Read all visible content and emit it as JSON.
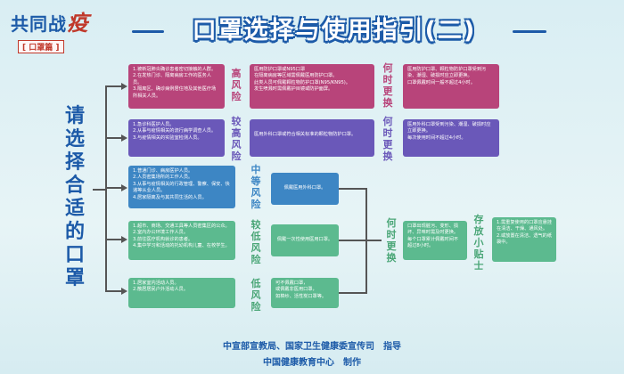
{
  "logo": {
    "line1": "共同战",
    "line1_big": "疫",
    "line2": "口罩篇"
  },
  "title": "口罩选择与使用指引(二)",
  "side_title": [
    "请",
    "选",
    "择",
    "合",
    "适",
    "的",
    "口",
    "罩"
  ],
  "levels": [
    {
      "label": [
        "高",
        "风",
        "险"
      ],
      "who": [
        "1.被新冠肺炎确诊患者密切接触的人群。",
        "2.在发热门诊、隔离病房工作的医务人员。",
        "3.隔离区、确诊病例居住地及其他医疗场所相关人员。"
      ],
      "mask": [
        "医用防护口罩或N95口罩",
        "在隔离病房等区域需佩戴医用防护口罩。",
        "此类人员可佩戴颗粒物防护口罩(N95/KN95)。",
        "发生喷溅时需佩戴护目镜或防护面屏。"
      ],
      "when_label": [
        "何",
        "时",
        "更",
        "换"
      ],
      "when": [
        "医用防护口罩、颗粒物防护口罩受到污染、潮湿、破损时应立即更换。",
        "口罩佩戴时间一般不超过4小时。"
      ]
    },
    {
      "label": [
        "较",
        "高",
        "风",
        "险"
      ],
      "who": [
        "1.急诊科医护人员。",
        "2.从事与疫情相关的流行病学调查人员。",
        "3.与疫情相关的实验室检测人员。"
      ],
      "mask": [
        "医用外科口罩或符合相关标准的颗粒物防护口罩。"
      ],
      "when_label": [
        "何",
        "时",
        "更",
        "换"
      ],
      "when": [
        "医用外科口罩受到污染、潮湿、破损时应立即更换。",
        "每次使用时间不超过4小时。"
      ]
    },
    {
      "label": [
        "中",
        "等",
        "风",
        "险"
      ],
      "who": [
        "1.普通门诊、病房医护人员。",
        "2.人员密集场所的工作人员。",
        "3.从事与疫情相关的行政管理、警察、保安、快递等从业人员。",
        "4.居家隔离及与其共同生活的人员。"
      ],
      "mask": [
        "佩戴医用外科口罩。"
      ]
    },
    {
      "label": [
        "较",
        "低",
        "风",
        "险"
      ],
      "who": [
        "1.超市、商场、交通工具等人员密集区的公众。",
        "2.室内办公环境工作人员。",
        "3.前往医疗机构就诊的患者。",
        "4.集中学习和活动的托幼机构儿童、在校学生。"
      ],
      "mask": [
        "佩戴一次性使用医用口罩。"
      ]
    },
    {
      "label": [
        "低",
        "风",
        "险"
      ],
      "who": [
        "1.居家室内活动人员。",
        "2.散居居民户外活动人员。"
      ],
      "mask": [
        "可不佩戴口罩，",
        "或佩戴非医用口罩，",
        "如棉纱、活性炭口罩等。"
      ]
    }
  ],
  "shared_when_label": [
    "何",
    "时",
    "更",
    "换"
  ],
  "shared_when": [
    "口罩出现脏污、变形、损坏、异味时需及时更换。",
    "每个口罩累计佩戴时间不超过8小时。"
  ],
  "storage_label": [
    "存",
    "放",
    "小",
    "贴",
    "士"
  ],
  "storage": [
    "1.需重复使用的口罩应悬挂在清洁、干燥、通风处。",
    "2.或放置在清洁、透气的纸袋中。"
  ],
  "footer": {
    "line1": "中宣部宣教局、国家卫生健康委宣传司　指导",
    "line2": "中国健康教育中心　制作"
  },
  "colors": {
    "pink": "#b8447a",
    "purple": "#6a58b9",
    "blue": "#3d86c4",
    "green": "#5cba8f",
    "title": "#1c5aa8"
  }
}
